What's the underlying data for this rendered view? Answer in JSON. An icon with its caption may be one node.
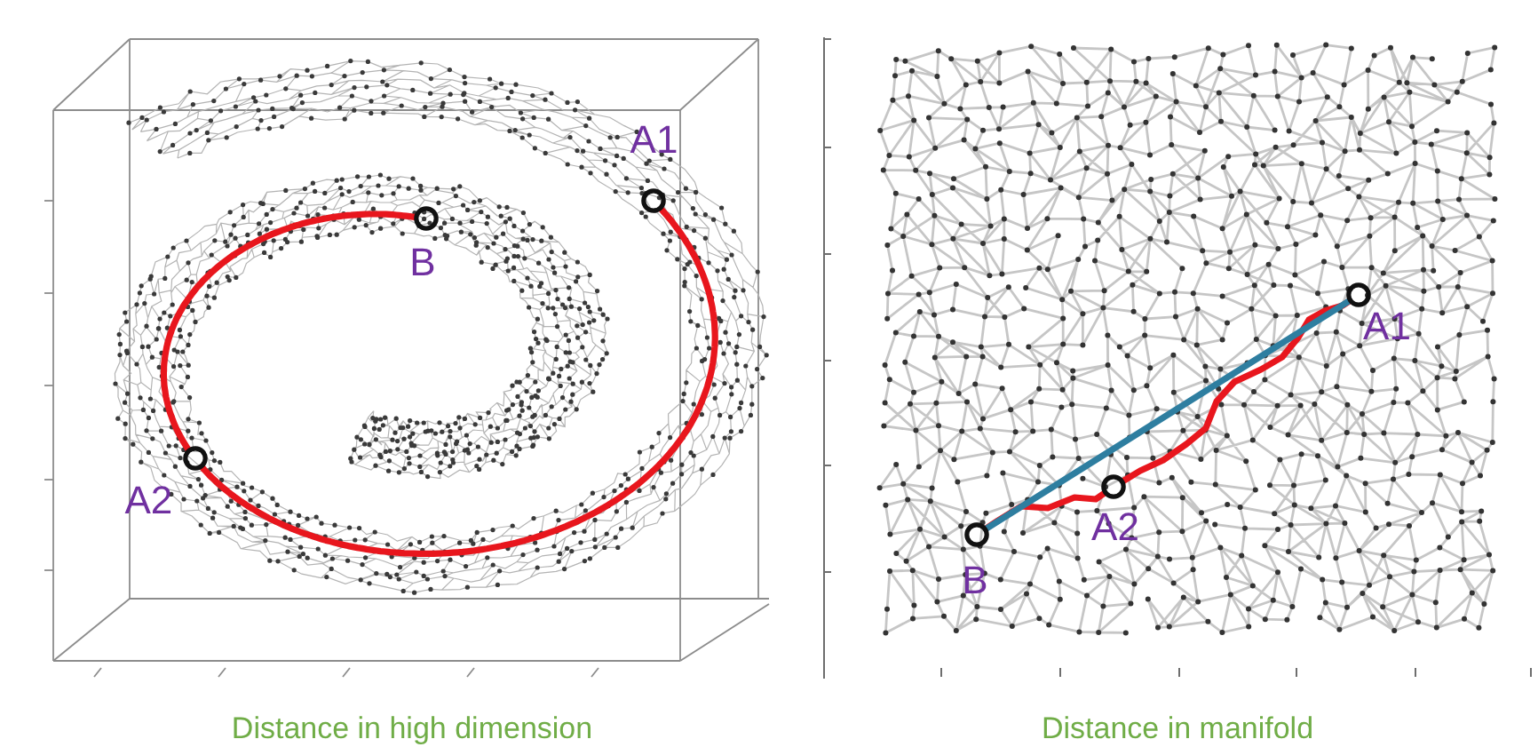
{
  "diagram": {
    "nodes": [
      {
        "text": [],
        "shape": "circle",
        "beside": [
          "A1"
        ]
      },
      {
        "text": [],
        "shape": "circle",
        "beside": [
          "B"
        ]
      },
      {
        "text": [],
        "shape": "circle",
        "beside": [
          "A2"
        ]
      },
      {
        "text": [],
        "shape": "circle",
        "beside": [
          "A1"
        ]
      },
      {
        "text": [],
        "shape": "circle",
        "beside": [
          "A2"
        ]
      },
      {
        "text": [],
        "shape": "circle",
        "beside": [
          "B"
        ]
      }
    ],
    "edges": [
      {
        "from": 1,
        "to": 2,
        "arrow": "none"
      },
      {
        "from": 2,
        "to": 0,
        "arrow": "none"
      },
      {
        "from": 5,
        "to": 4,
        "arrow": "none"
      },
      {
        "from": 4,
        "to": 3,
        "arrow": "none"
      },
      {
        "from": 5,
        "to": 3,
        "arrow": "none",
        "color": "#2e7ea0"
      }
    ],
    "labels": [
      "Distance in high dimension",
      "Distance in manifold"
    ]
  }
}
